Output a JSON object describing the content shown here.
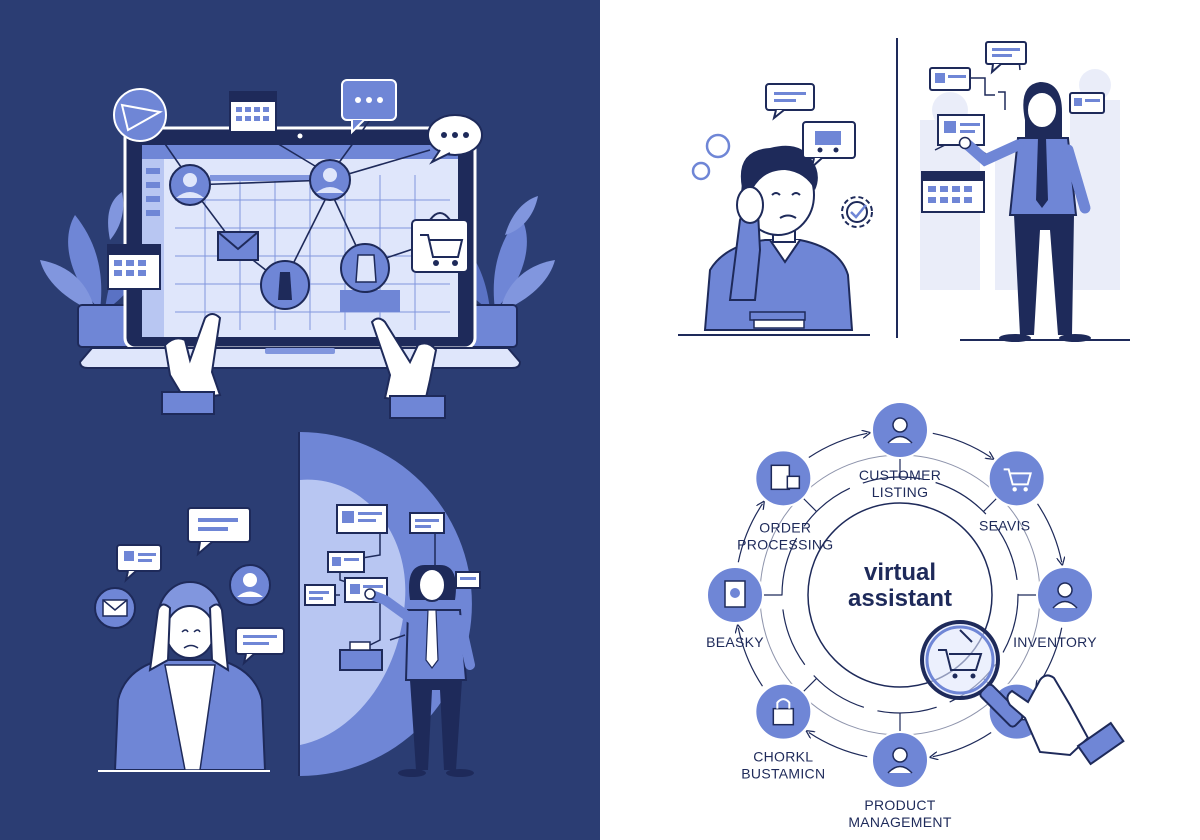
{
  "colors": {
    "navy_bg": "#2b3d73",
    "accent": "#6f86d6",
    "ink": "#1e2a5a",
    "pale": "#dfe6fb",
    "white": "#ffffff"
  },
  "cycle": {
    "center_line1": "virtual",
    "center_line2": "assistant",
    "items": [
      {
        "id": "customer-listing",
        "lines": [
          "CUSTOMER",
          "LISTING"
        ],
        "icon": "customer-icon"
      },
      {
        "id": "seavis",
        "lines": [
          "SEAVIS"
        ],
        "icon": "cart-icon"
      },
      {
        "id": "inventory",
        "lines": [
          "INVENTORY"
        ],
        "icon": "person-icon"
      },
      {
        "id": "inspect",
        "lines": [],
        "icon": "email-icon"
      },
      {
        "id": "product-management",
        "lines": [
          "PRODUCT",
          "MANAGEMENT"
        ],
        "icon": "support-person-icon"
      },
      {
        "id": "chorkl-bustamicn",
        "lines": [
          "CHORKL",
          "BUSTAMICN"
        ],
        "icon": "lock-icon"
      },
      {
        "id": "beasky",
        "lines": [
          "BEASKY"
        ],
        "icon": "document-dollar-icon"
      },
      {
        "id": "order-processing",
        "lines": [
          "ORDER",
          "PROCESSING"
        ],
        "icon": "clipboard-icon"
      }
    ]
  }
}
